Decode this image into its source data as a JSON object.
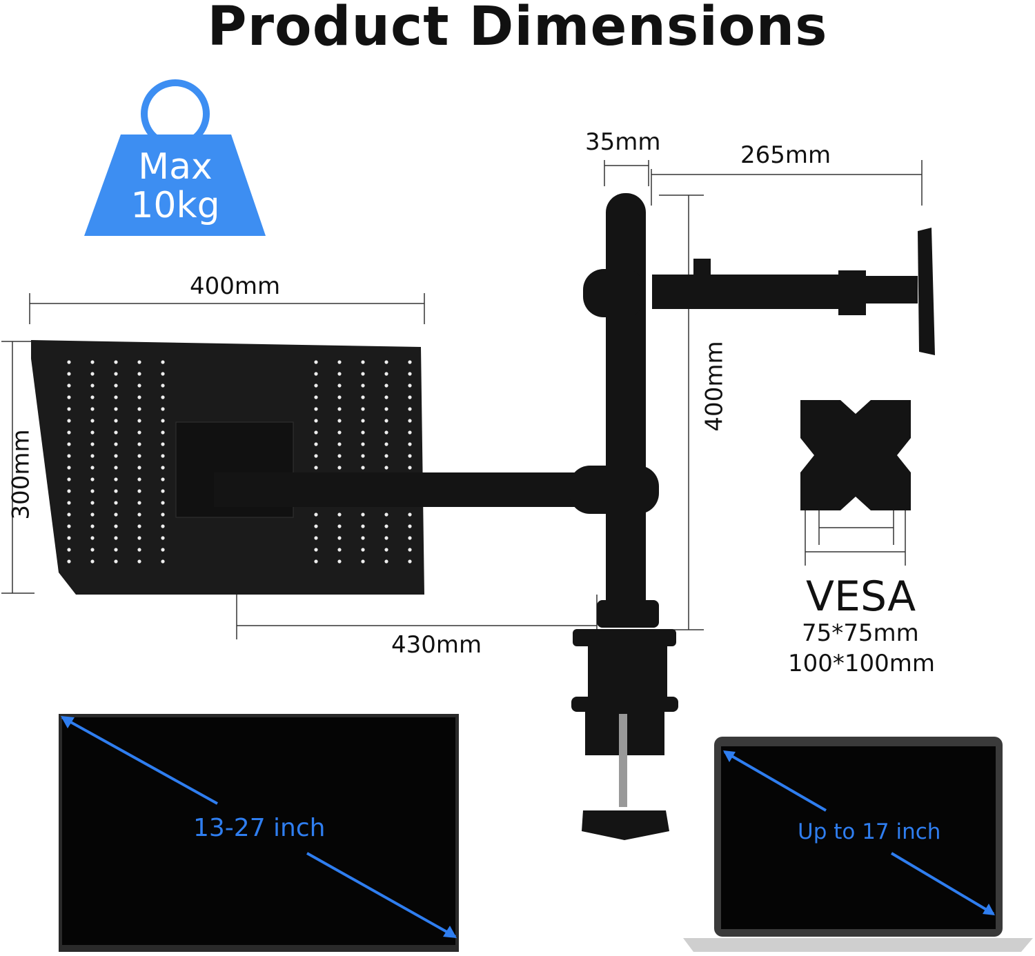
{
  "title": "Product Dimensions",
  "weight": {
    "line1": "Max",
    "line2": "10kg",
    "color": "#3d8ef2"
  },
  "dimensions": {
    "pole_offset": "35mm",
    "arm_length": "265mm",
    "tray_width": "400mm",
    "tray_depth": "300mm",
    "pole_height": "400mm",
    "tray_arm_reach": "430mm"
  },
  "vesa": {
    "label": "VESA",
    "size1": "75*75mm",
    "size2": "100*100mm"
  },
  "monitor": {
    "range": "13-27 inch"
  },
  "laptop": {
    "range": "Up to 17 inch"
  },
  "accent": "#2f7ef0"
}
